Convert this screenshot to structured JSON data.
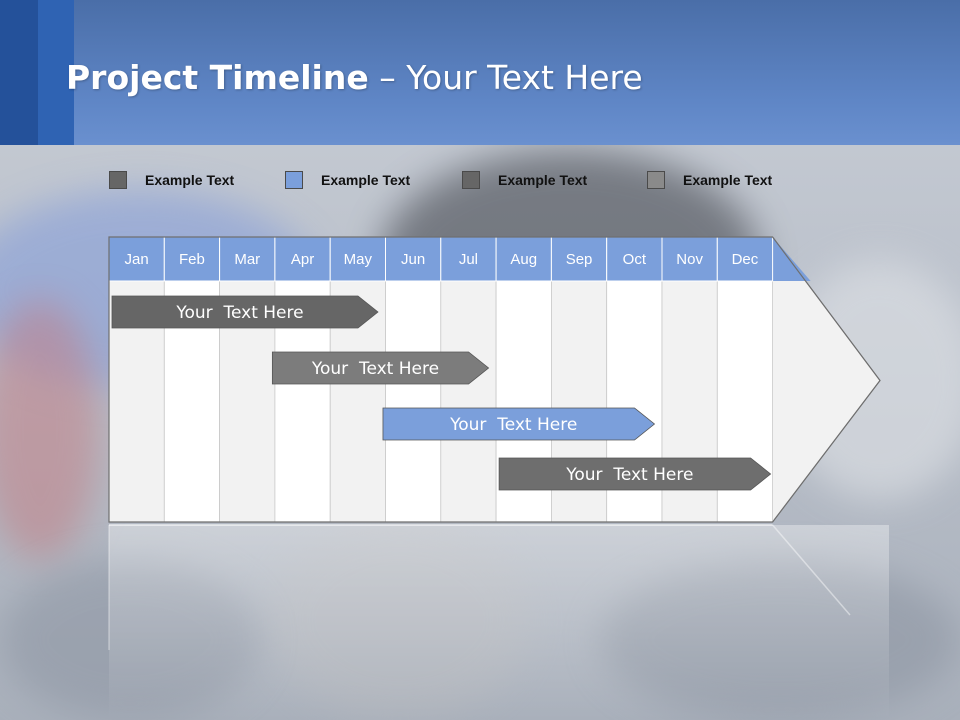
{
  "header": {
    "title_bold": "Project Timeline",
    "title_rest": " – Your Text Here"
  },
  "legend": [
    {
      "label": "Example Text",
      "color": "#666666"
    },
    {
      "label": "Example Text",
      "color": "#7b9fdb"
    },
    {
      "label": "Example Text",
      "color": "#666666"
    },
    {
      "label": "Example Text",
      "color": "#8a8a8a"
    }
  ],
  "timeline": {
    "months": [
      "Jan",
      "Feb",
      "Mar",
      "Apr",
      "May",
      "Jun",
      "Jul",
      "Aug",
      "Sep",
      "Oct",
      "Nov",
      "Dec"
    ],
    "tasks": [
      {
        "label": "Your  Text Here",
        "start_month": 1.0,
        "end_month": 4.9,
        "color": "#666666"
      },
      {
        "label": "Your  Text Here",
        "start_month": 3.9,
        "end_month": 6.9,
        "color": "#7c7c7c"
      },
      {
        "label": "Your  Text Here",
        "start_month": 5.9,
        "end_month": 9.9,
        "color": "#7b9fdb"
      },
      {
        "label": "Your  Text Here",
        "start_month": 8.0,
        "end_month": 12.0,
        "color": "#6e6e6e"
      }
    ],
    "header_color": "#7b9fdb"
  }
}
